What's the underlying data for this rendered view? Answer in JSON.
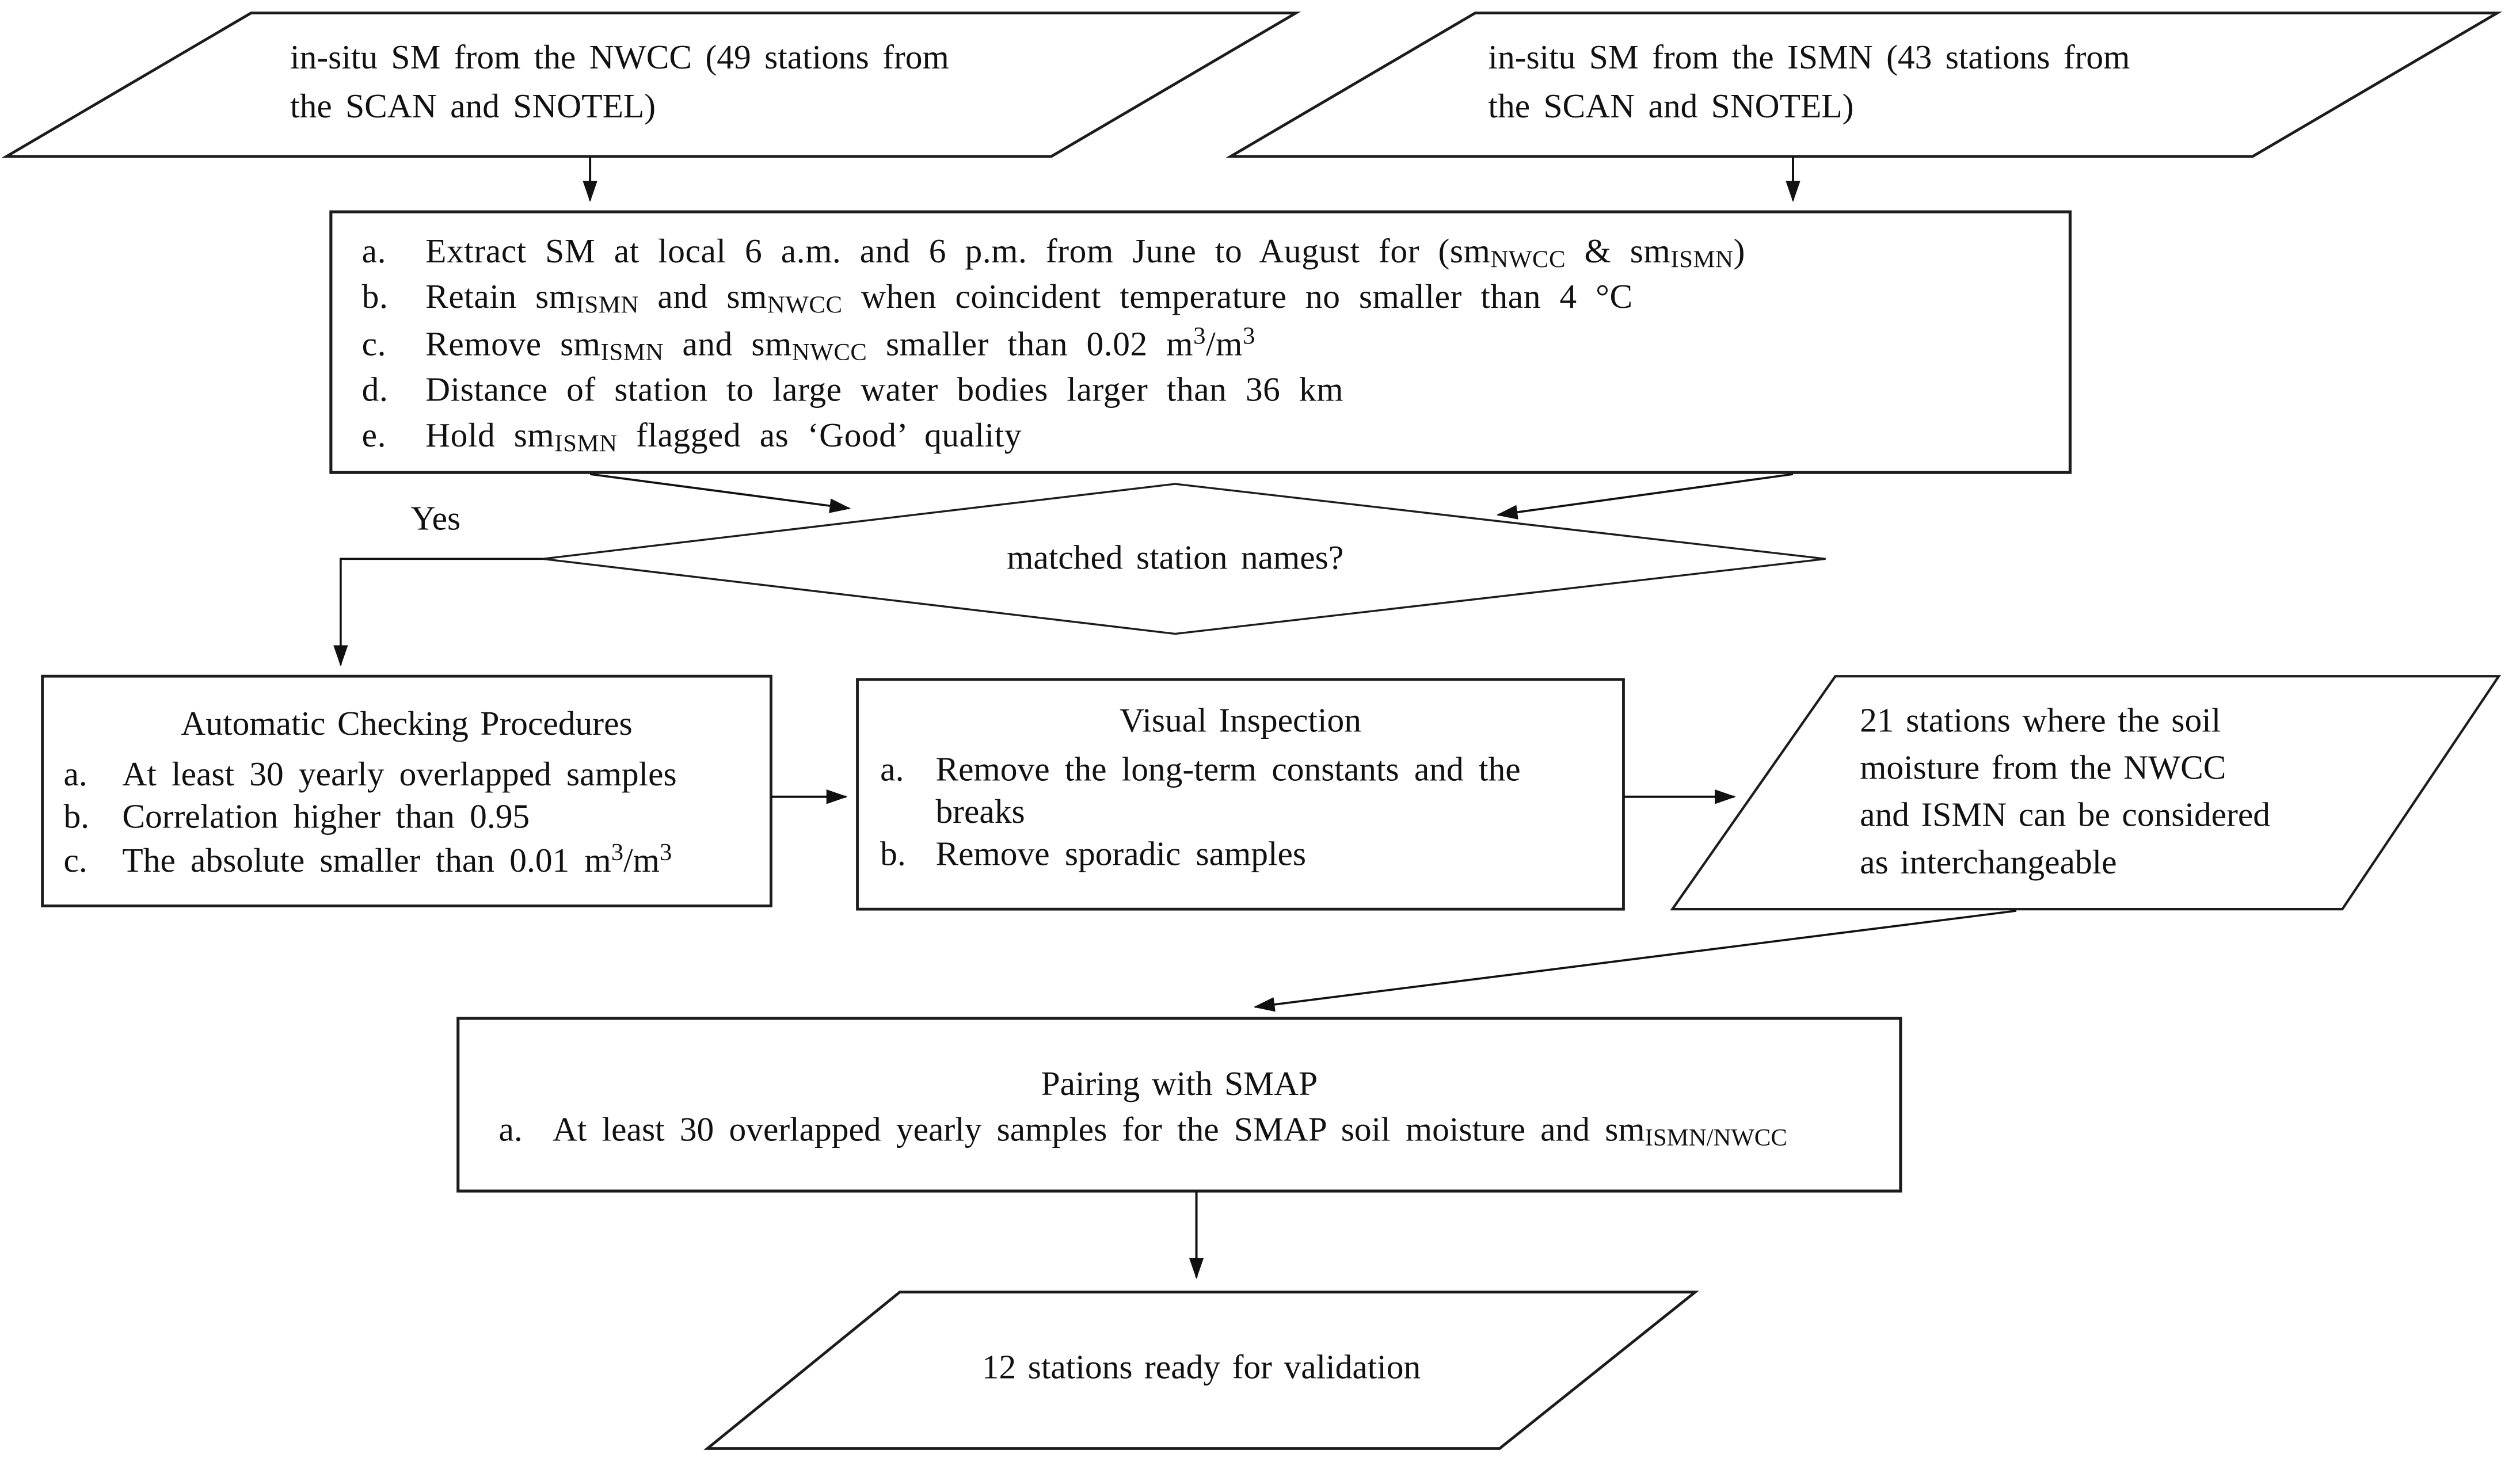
{
  "flowchart": {
    "input_nwcc": {
      "rich": [
        {
          "t": "in-situ SM from the NWCC (49 stations from"
        },
        {
          "br": true
        },
        {
          "t": "the SCAN and SNOTEL)"
        }
      ]
    },
    "input_ismn": {
      "rich": [
        {
          "t": "in-situ SM from the ISMN (43 stations from"
        },
        {
          "br": true
        },
        {
          "t": "the SCAN and SNOTEL)"
        }
      ]
    },
    "filter_box": {
      "items": [
        {
          "label": "a.",
          "rich": [
            {
              "t": "Extract SM at local 6 a.m. and 6 p.m. from June to August for (sm"
            },
            {
              "sub": "NWCC"
            },
            {
              "t": " & sm"
            },
            {
              "sub": "ISMN"
            },
            {
              "t": ")"
            }
          ]
        },
        {
          "label": "b.",
          "rich": [
            {
              "t": "Retain sm"
            },
            {
              "sub": "ISMN"
            },
            {
              "t": " and sm"
            },
            {
              "sub": "NWCC"
            },
            {
              "t": " when coincident temperature no smaller than 4 °C"
            }
          ]
        },
        {
          "label": "c.",
          "rich": [
            {
              "t": "Remove sm"
            },
            {
              "sub": "ISMN"
            },
            {
              "t": " and sm"
            },
            {
              "sub": "NWCC"
            },
            {
              "t": " smaller than 0.02 m"
            },
            {
              "sup": "3"
            },
            {
              "t": "/m"
            },
            {
              "sup": "3"
            }
          ]
        },
        {
          "label": "d.",
          "rich": [
            {
              "t": "Distance of station to large water bodies larger than 36 km"
            }
          ]
        },
        {
          "label": "e.",
          "rich": [
            {
              "t": "Hold sm"
            },
            {
              "sub": "ISMN"
            },
            {
              "t": " flagged as ‘Good’ quality"
            }
          ]
        }
      ]
    },
    "decision": {
      "question": "matched station names?",
      "yes_label": "Yes"
    },
    "auto_check_box": {
      "title": "Automatic Checking Procedures",
      "items": [
        {
          "label": "a.",
          "rich": [
            {
              "t": "At least 30 yearly overlapped samples"
            }
          ]
        },
        {
          "label": "b.",
          "rich": [
            {
              "t": "Correlation higher than 0.95"
            }
          ]
        },
        {
          "label": "c.",
          "rich": [
            {
              "t": "The absolute smaller than 0.01 m"
            },
            {
              "sup": "3"
            },
            {
              "t": "/m"
            },
            {
              "sup": "3"
            }
          ]
        }
      ]
    },
    "visual_box": {
      "title": "Visual Inspection",
      "items": [
        {
          "label": "a.",
          "rich": [
            {
              "t": "Remove the long-term constants and the breaks"
            }
          ]
        },
        {
          "label": "b.",
          "rich": [
            {
              "t": "Remove sporadic samples"
            }
          ]
        }
      ]
    },
    "stations21": {
      "rich": [
        {
          "t": "21 stations where the soil"
        },
        {
          "br": true
        },
        {
          "t": "moisture from the NWCC"
        },
        {
          "br": true
        },
        {
          "t": "and ISMN can be considered"
        },
        {
          "br": true
        },
        {
          "t": "as interchangeable"
        }
      ]
    },
    "pairing_box": {
      "title": "Pairing with SMAP",
      "items": [
        {
          "label": "a.",
          "rich": [
            {
              "t": "At least 30 overlapped yearly samples for the SMAP soil moisture and sm"
            },
            {
              "sub": "ISMN/NWCC"
            }
          ]
        }
      ]
    },
    "validation_output": {
      "text": "12 stations ready for validation"
    },
    "colors": {
      "line": "#1c1c1c",
      "text": "#111111",
      "background": "#ffffff"
    }
  }
}
